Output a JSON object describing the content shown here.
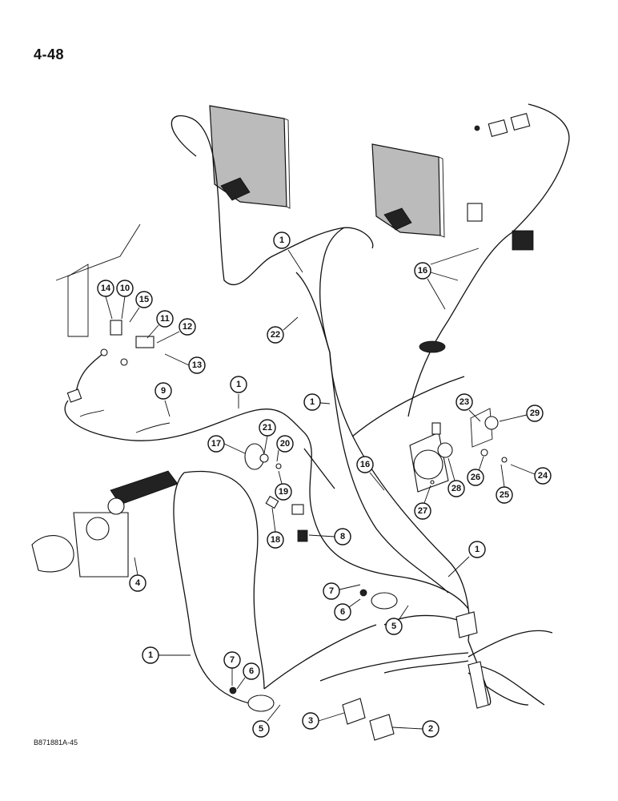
{
  "page": {
    "number": "4-48",
    "figure_code": "B871881A-45"
  },
  "callouts": [
    {
      "id": "c1a",
      "label": "1"
    },
    {
      "id": "c1b",
      "label": "1"
    },
    {
      "id": "c1c",
      "label": "1"
    },
    {
      "id": "c1d",
      "label": "1"
    },
    {
      "id": "c1e",
      "label": "1"
    },
    {
      "id": "c2",
      "label": "2"
    },
    {
      "id": "c3",
      "label": "3"
    },
    {
      "id": "c4",
      "label": "4"
    },
    {
      "id": "c5a",
      "label": "5"
    },
    {
      "id": "c5b",
      "label": "5"
    },
    {
      "id": "c6a",
      "label": "6"
    },
    {
      "id": "c6b",
      "label": "6"
    },
    {
      "id": "c7a",
      "label": "7"
    },
    {
      "id": "c7b",
      "label": "7"
    },
    {
      "id": "c8",
      "label": "8"
    },
    {
      "id": "c9",
      "label": "9"
    },
    {
      "id": "c10",
      "label": "10"
    },
    {
      "id": "c11",
      "label": "11"
    },
    {
      "id": "c12",
      "label": "12"
    },
    {
      "id": "c13",
      "label": "13"
    },
    {
      "id": "c14",
      "label": "14"
    },
    {
      "id": "c15",
      "label": "15"
    },
    {
      "id": "c16a",
      "label": "16"
    },
    {
      "id": "c16b",
      "label": "16"
    },
    {
      "id": "c17",
      "label": "17"
    },
    {
      "id": "c18",
      "label": "18"
    },
    {
      "id": "c19",
      "label": "19"
    },
    {
      "id": "c20",
      "label": "20"
    },
    {
      "id": "c21",
      "label": "21"
    },
    {
      "id": "c22",
      "label": "22"
    },
    {
      "id": "c23",
      "label": "23"
    },
    {
      "id": "c24",
      "label": "24"
    },
    {
      "id": "c25",
      "label": "25"
    },
    {
      "id": "c26",
      "label": "26"
    },
    {
      "id": "c27",
      "label": "27"
    },
    {
      "id": "c28",
      "label": "28"
    },
    {
      "id": "c29",
      "label": "29"
    }
  ]
}
